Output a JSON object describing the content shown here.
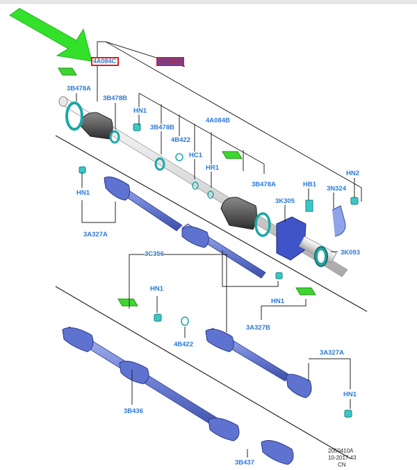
{
  "callouts": {
    "highlighted_primary": "4A084C",
    "highlighted_secondary": "4A084A"
  },
  "part_labels": [
    {
      "text": "3B478A"
    },
    {
      "text": "3B478B"
    },
    {
      "text": "HN1"
    },
    {
      "text": "3B478B"
    },
    {
      "text": "4B422"
    },
    {
      "text": "HC1"
    },
    {
      "text": "HR1"
    },
    {
      "text": "4A084B"
    },
    {
      "text": "3B478A"
    },
    {
      "text": "HB1"
    },
    {
      "text": "HN2"
    },
    {
      "text": "3N324"
    },
    {
      "text": "3K305"
    },
    {
      "text": "3K093"
    },
    {
      "text": "HN1"
    },
    {
      "text": "3A327A"
    },
    {
      "text": "3C356"
    },
    {
      "text": "HN1"
    },
    {
      "text": "HN1"
    },
    {
      "text": "4B422"
    },
    {
      "text": "3A327B"
    },
    {
      "text": "3A327A"
    },
    {
      "text": "HN1"
    },
    {
      "text": "3B436"
    },
    {
      "text": "3B437"
    }
  ],
  "footer": {
    "diagram_id": "2050410A",
    "date_code": "10-2017 43",
    "region": "CN"
  }
}
